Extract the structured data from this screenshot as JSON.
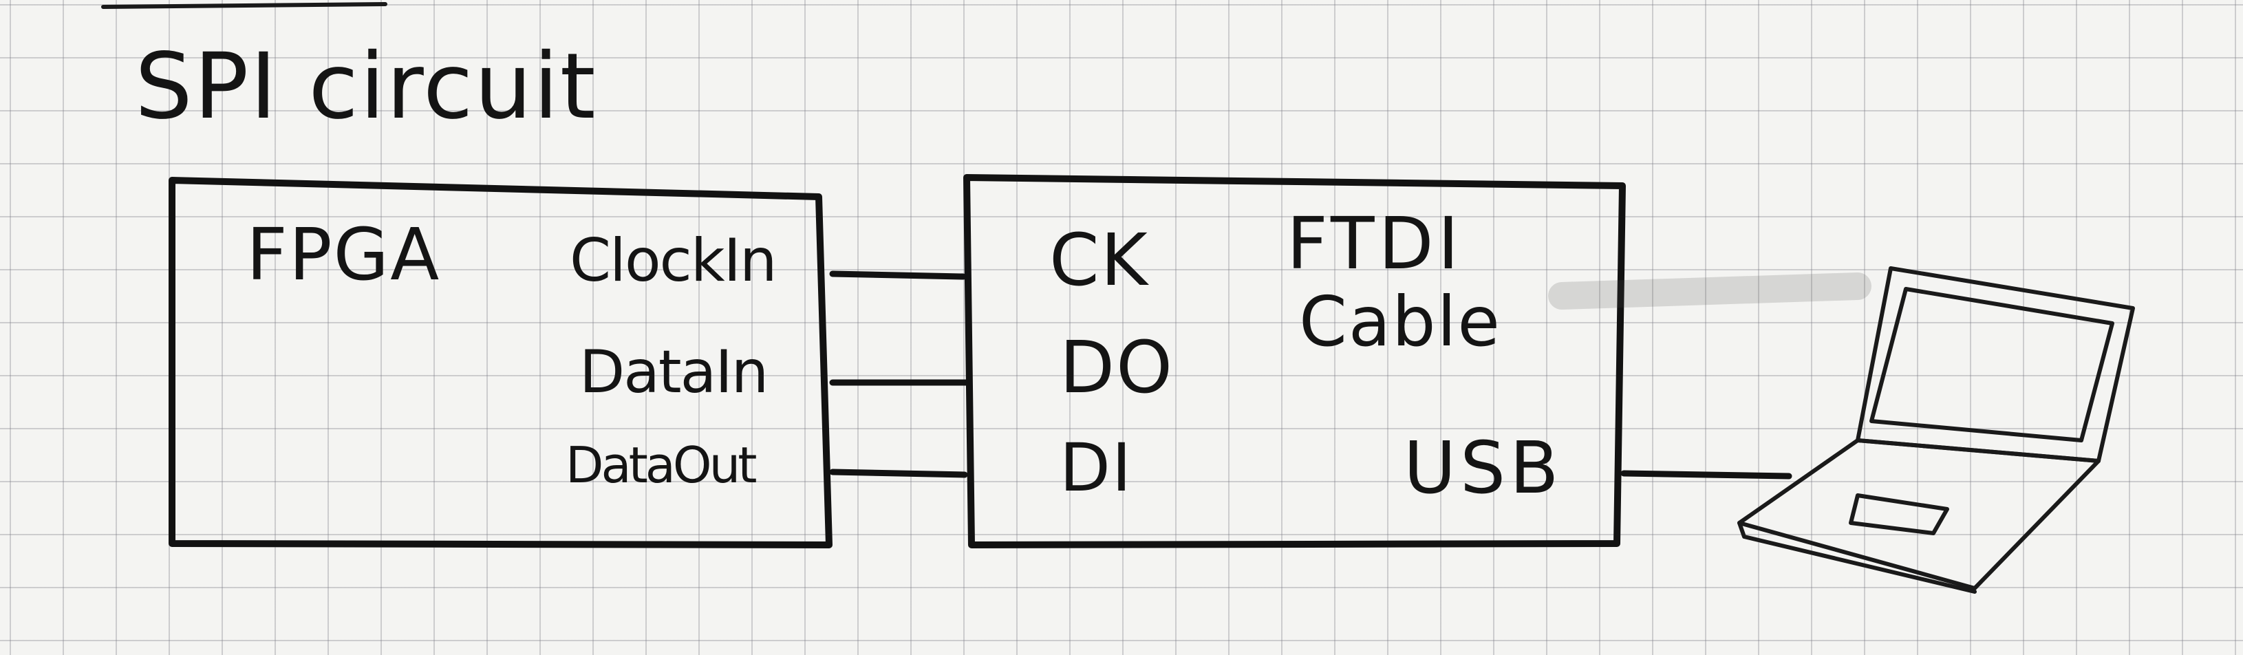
{
  "title": "SPI circuit",
  "fpga": {
    "name": "FPGA",
    "pins": [
      "ClockIn",
      "DataIn",
      "DataOut"
    ]
  },
  "ftdi": {
    "name_line1": "FTDI",
    "name_line2": "Cable",
    "pins": [
      "CK",
      "DO",
      "DI"
    ],
    "usb_label": "USB"
  },
  "computer": {
    "icon": "laptop-icon"
  },
  "colors": {
    "ink": "#121212",
    "paper": "#f4f4f2",
    "grid": "#9a9aa2"
  }
}
